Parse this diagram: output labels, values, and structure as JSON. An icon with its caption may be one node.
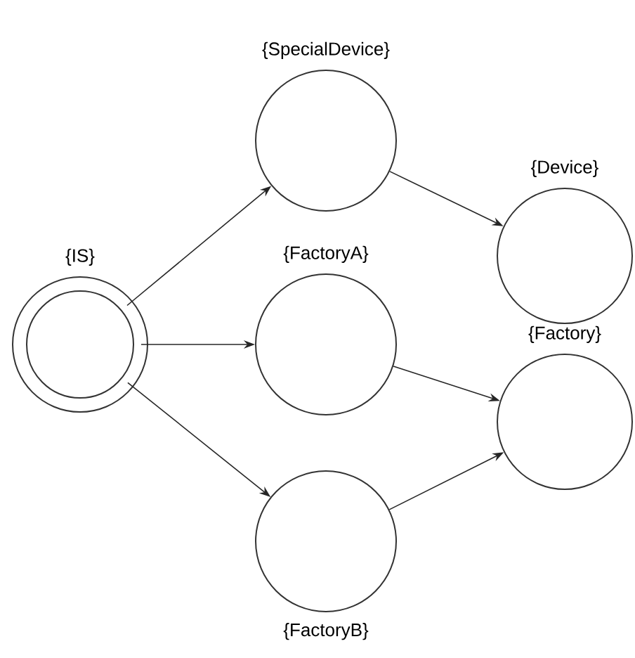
{
  "diagram": {
    "nodes": [
      {
        "text": [
          "{IS}"
        ]
      },
      {
        "text": [
          "{SpecialDevice}"
        ]
      },
      {
        "text": [
          "{FactoryA}"
        ]
      },
      {
        "text": [
          "{FactoryB}"
        ]
      },
      {
        "text": [
          "{Device}"
        ]
      },
      {
        "text": [
          "{Factory}"
        ]
      }
    ],
    "edges": [
      {
        "from": 0,
        "to": 1,
        "arrow": "to"
      },
      {
        "from": 0,
        "to": 2,
        "arrow": "to"
      },
      {
        "from": 0,
        "to": 3,
        "arrow": "to"
      },
      {
        "from": 1,
        "to": 4,
        "arrow": "to"
      },
      {
        "from": 2,
        "to": 5,
        "arrow": "to"
      },
      {
        "from": 3,
        "to": 5,
        "arrow": "to"
      }
    ]
  }
}
